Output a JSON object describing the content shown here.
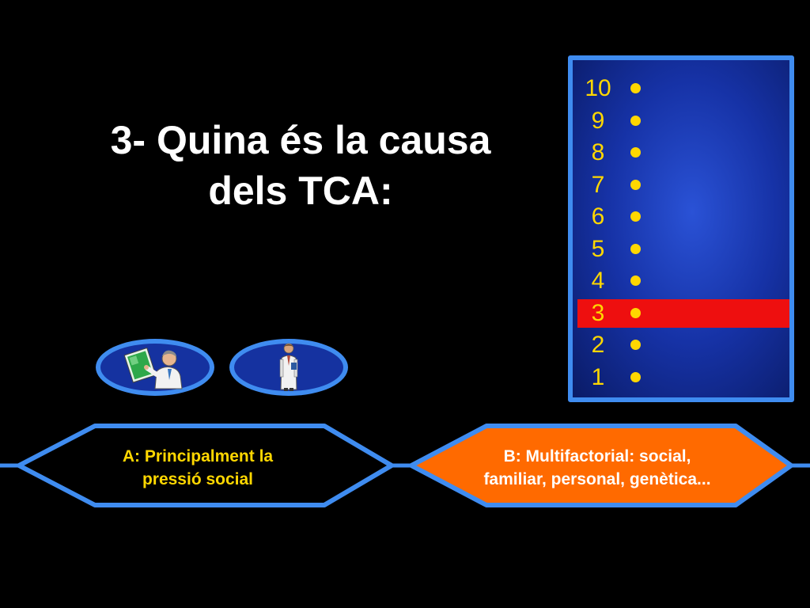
{
  "question": {
    "line1": "3- Quina és la causa",
    "line2": "dels TCA:"
  },
  "ladder": {
    "levels": [
      "10",
      "9",
      "8",
      "7",
      "6",
      "5",
      "4",
      "3",
      "2",
      "1"
    ],
    "current_level": "3",
    "dot_icon": "dot-icon"
  },
  "lifelines": [
    {
      "name": "ask-doctor-lifeline",
      "icon": "doctor-with-xray-icon"
    },
    {
      "name": "ask-medic-lifeline",
      "icon": "medic-standing-icon"
    }
  ],
  "answers": {
    "a": {
      "line1": "A: Principalment la",
      "line2": "pressió social"
    },
    "b": {
      "line1": "B: Multifactorial: social,",
      "line2": "familiar, personal, genètica..."
    }
  },
  "colors": {
    "background": "#000000",
    "frame_blue": "#3f8cf0",
    "ladder_blue": "#1632a6",
    "highlight_red": "#ee0f0f",
    "gold": "#ffd700",
    "selected_orange": "#ff6a00"
  }
}
